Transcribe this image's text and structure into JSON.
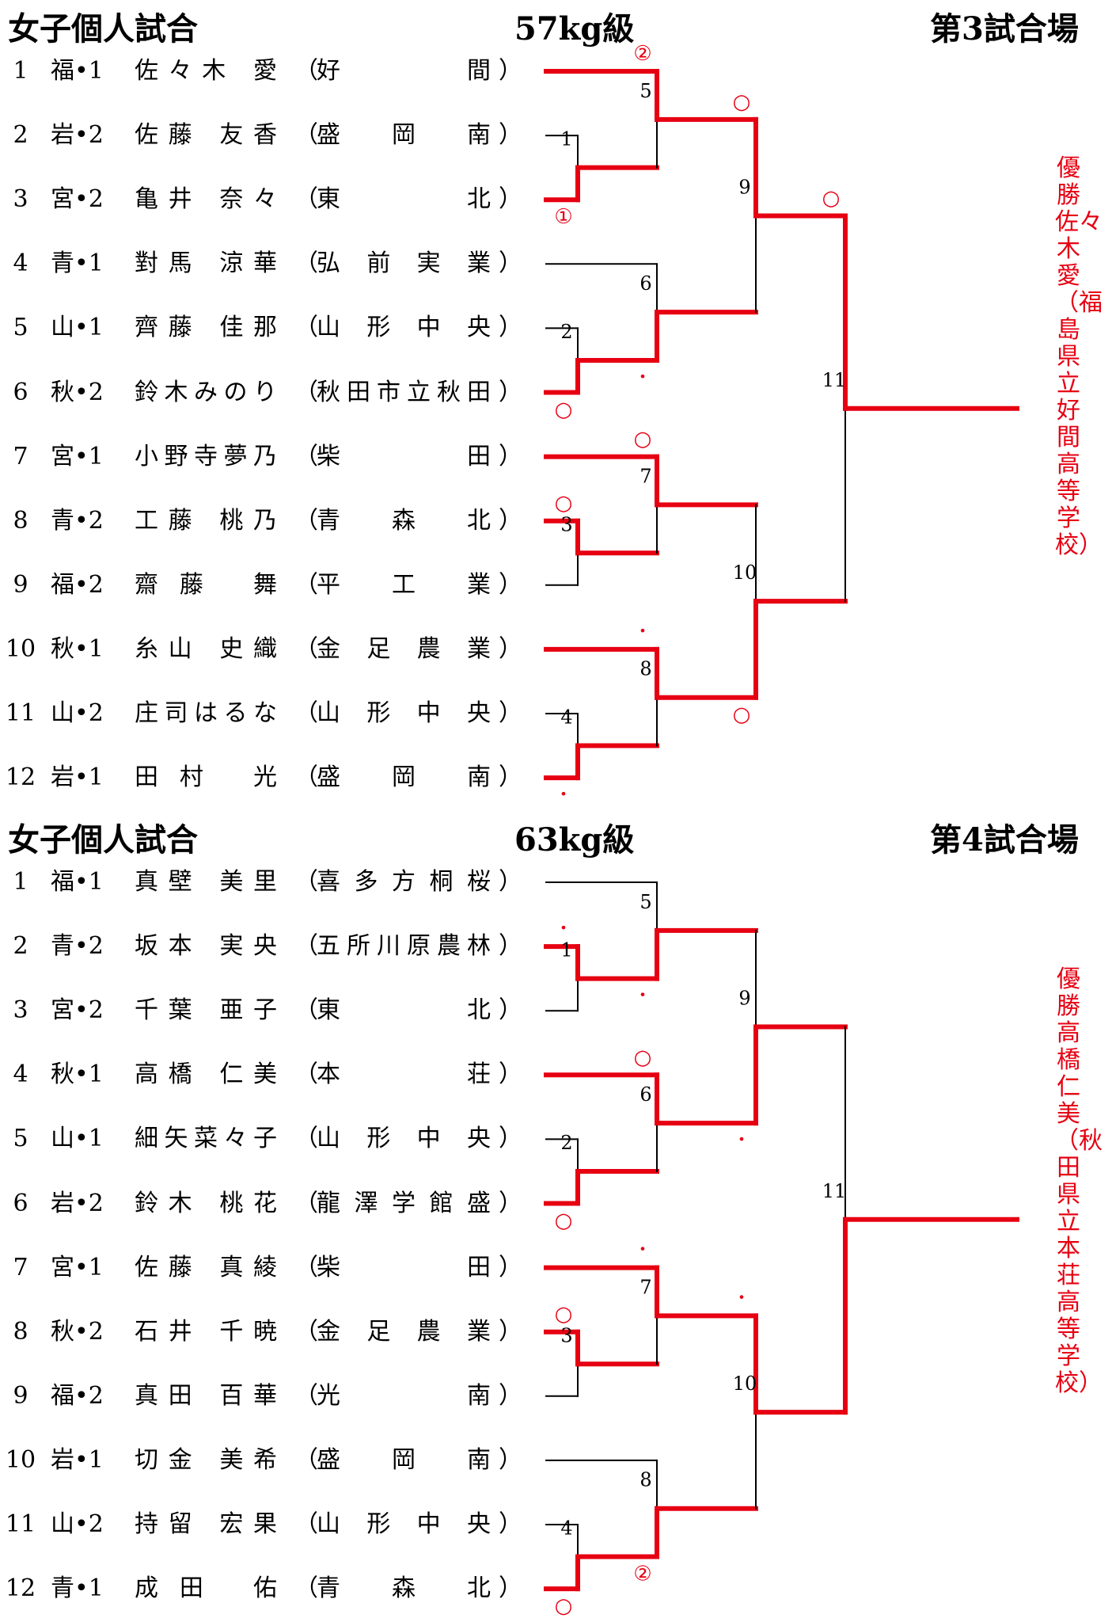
{
  "tournaments": [
    {
      "title": "女子個人試合",
      "weight_class": "57kg級",
      "venue": "第3試合場",
      "players": [
        {
          "no": "1",
          "pref": "福•1",
          "name": "佐々木 愛",
          "school": "好間"
        },
        {
          "no": "2",
          "pref": "岩•2",
          "name": "佐藤 友香",
          "school": "盛岡南"
        },
        {
          "no": "3",
          "pref": "宮•2",
          "name": "亀井 奈々",
          "school": "東北"
        },
        {
          "no": "4",
          "pref": "青•1",
          "name": "對馬 涼華",
          "school": "弘前実業"
        },
        {
          "no": "5",
          "pref": "山•1",
          "name": "齊藤 佳那",
          "school": "山形中央"
        },
        {
          "no": "6",
          "pref": "秋•2",
          "name": "鈴木みのり",
          "school": "秋田市立秋田"
        },
        {
          "no": "7",
          "pref": "宮•1",
          "name": "小野寺夢乃",
          "school": "柴田"
        },
        {
          "no": "8",
          "pref": "青•2",
          "name": "工藤 桃乃",
          "school": "青森北"
        },
        {
          "no": "9",
          "pref": "福•2",
          "name": "齋藤 舞",
          "school": "平工業"
        },
        {
          "no": "10",
          "pref": "秋•1",
          "name": "糸山 史織",
          "school": "金足農業"
        },
        {
          "no": "11",
          "pref": "山•2",
          "name": "庄司はるな",
          "school": "山形中央"
        },
        {
          "no": "12",
          "pref": "岩•1",
          "name": "田村 光",
          "school": "盛岡南"
        }
      ],
      "winner_label": "優勝 佐々木 愛（福島県立好間高等学校）",
      "winner_text": "優勝　佐々木　愛（福島県立好間高等学校）"
    },
    {
      "title": "女子個人試合",
      "weight_class": "63kg級",
      "venue": "第4試合場",
      "players": [
        {
          "no": "1",
          "pref": "福•1",
          "name": "真壁 美里",
          "school": "喜多方桐桜"
        },
        {
          "no": "2",
          "pref": "青•2",
          "name": "坂本 実央",
          "school": "五所川原農林"
        },
        {
          "no": "3",
          "pref": "宮•2",
          "name": "千葉 亜子",
          "school": "東北"
        },
        {
          "no": "4",
          "pref": "秋•1",
          "name": "高橋 仁美",
          "school": "本荘"
        },
        {
          "no": "5",
          "pref": "山•1",
          "name": "細矢菜々子",
          "school": "山形中央"
        },
        {
          "no": "6",
          "pref": "岩•2",
          "name": "鈴木 桃花",
          "school": "龍澤学館盛"
        },
        {
          "no": "7",
          "pref": "宮•1",
          "name": "佐藤 真綾",
          "school": "柴田"
        },
        {
          "no": "8",
          "pref": "秋•2",
          "name": "石井 千暁",
          "school": "金足農業"
        },
        {
          "no": "9",
          "pref": "福•2",
          "name": "真田 百華",
          "school": "光南"
        },
        {
          "no": "10",
          "pref": "岩•1",
          "name": "切金 美希",
          "school": "盛岡南"
        },
        {
          "no": "11",
          "pref": "山•2",
          "name": "持留 宏果",
          "school": "山形中央"
        },
        {
          "no": "12",
          "pref": "青•1",
          "name": "成田 佑",
          "school": "青森北"
        }
      ],
      "winner_label": "優勝 高橋 仁美（秋田県立本荘高等学校）",
      "winner_text": "優勝　高橋　仁美（秋田県立本荘高等学校）"
    }
  ],
  "match_numbers": [
    "1",
    "2",
    "3",
    "4",
    "5",
    "6",
    "7",
    "8",
    "9",
    "10",
    "11"
  ],
  "marks": {
    "win_circle": "○",
    "win_1": "①",
    "win_2": "②",
    "win_dot": "・"
  },
  "brackets": [
    {
      "winners": {
        "m1": "b",
        "m2": "b",
        "m3": "a",
        "m4": "b",
        "m5": "a",
        "m6": "b",
        "m7": "a",
        "m8": "a",
        "m9": "a",
        "m10": "b",
        "m11": "a"
      },
      "win_marks": [
        {
          "match": "m1",
          "mark": "win_1"
        },
        {
          "match": "m2",
          "mark": "win_circle"
        },
        {
          "match": "m3",
          "mark": "win_circle"
        },
        {
          "match": "m4",
          "mark": "win_dot"
        },
        {
          "match": "m5",
          "mark": "win_2"
        },
        {
          "match": "m6",
          "mark": "win_dot"
        },
        {
          "match": "m7",
          "mark": "win_circle"
        },
        {
          "match": "m8",
          "mark": "win_dot"
        },
        {
          "match": "m9",
          "mark": "win_circle"
        },
        {
          "match": "m10",
          "mark": "win_circle"
        },
        {
          "match": "m11",
          "mark": "win_circle"
        }
      ]
    },
    {
      "winners": {
        "m1": "a",
        "m2": "b",
        "m3": "a",
        "m4": "b",
        "m5": "b",
        "m6": "a",
        "m7": "a",
        "m8": "b",
        "m9": "b",
        "m10": "a",
        "m11": "b"
      },
      "win_marks": [
        {
          "match": "m1",
          "mark": "win_dot"
        },
        {
          "match": "m2",
          "mark": "win_circle"
        },
        {
          "match": "m3",
          "mark": "win_circle"
        },
        {
          "match": "m4",
          "mark": "win_circle"
        },
        {
          "match": "m5",
          "mark": "win_dot"
        },
        {
          "match": "m6",
          "mark": "win_circle"
        },
        {
          "match": "m7",
          "mark": "win_dot"
        },
        {
          "match": "m8",
          "mark": "win_2"
        },
        {
          "match": "m9",
          "mark": "win_dot"
        },
        {
          "match": "m10",
          "mark": "win_dot"
        }
      ]
    }
  ],
  "colors": {
    "win_line": "#e60012",
    "line": "#000000",
    "winner_text": "#e60012"
  }
}
